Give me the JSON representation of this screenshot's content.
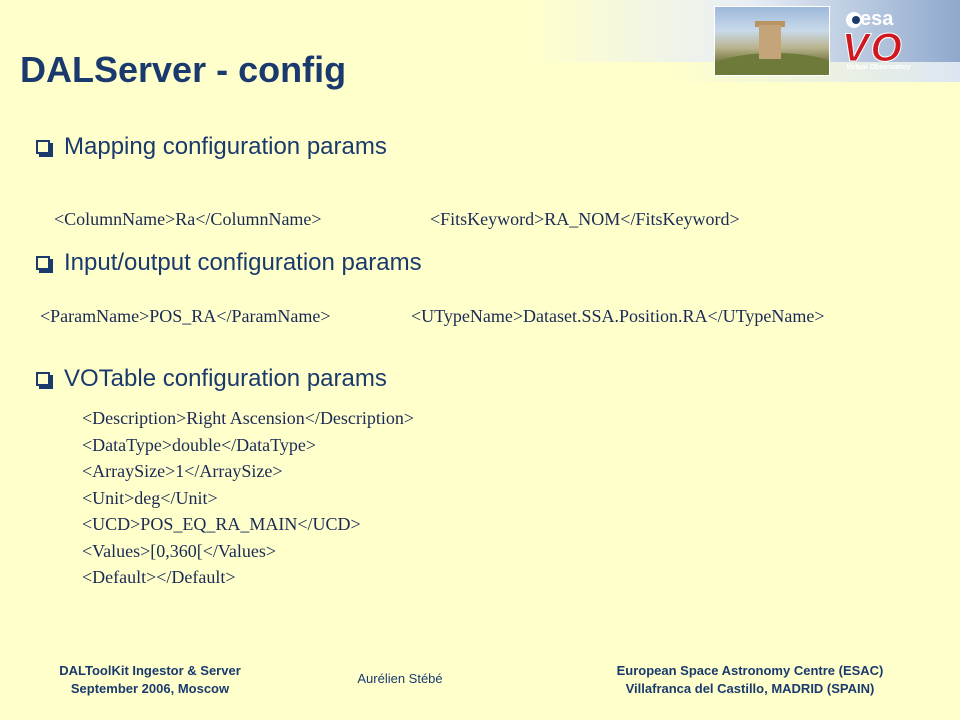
{
  "slide": {
    "title": "DALServer - config"
  },
  "logo": {
    "esa_text": "esa",
    "vo_text": "VO",
    "vo_subtitle": "Virtual Observatory"
  },
  "sections": [
    {
      "heading": "Mapping configuration params",
      "code": [
        "<ColumnName>Ra</ColumnName>",
        "<FitsKeyword>RA_NOM</FitsKeyword>"
      ]
    },
    {
      "heading": "Input/output configuration params",
      "code": [
        "<ParamName>POS_RA</ParamName>",
        "<UTypeName>Dataset.SSA.Position.RA</UTypeName>"
      ]
    },
    {
      "heading": "VOTable configuration params",
      "code": [
        "<Description>Right Ascension</Description>",
        "<DataType>double</DataType>",
        "<ArraySize>1</ArraySize>",
        "<Unit>deg</Unit>",
        "<UCD>POS_EQ_RA_MAIN</UCD>",
        "<Values>[0,360[</Values>",
        "<Default></Default>"
      ]
    }
  ],
  "footer": {
    "left_line1": "DALToolKit Ingestor & Server",
    "left_line2": "September 2006, Moscow",
    "center": "Aurélien Stébé",
    "right_line1": "European Space Astronomy Centre (ESAC)",
    "right_line2": "Villafranca del Castillo, MADRID (SPAIN)"
  },
  "colors": {
    "background": "#FFFFCC",
    "title": "#1A3A6E",
    "code": "#1A2A55",
    "vo_red": "#D01820"
  }
}
